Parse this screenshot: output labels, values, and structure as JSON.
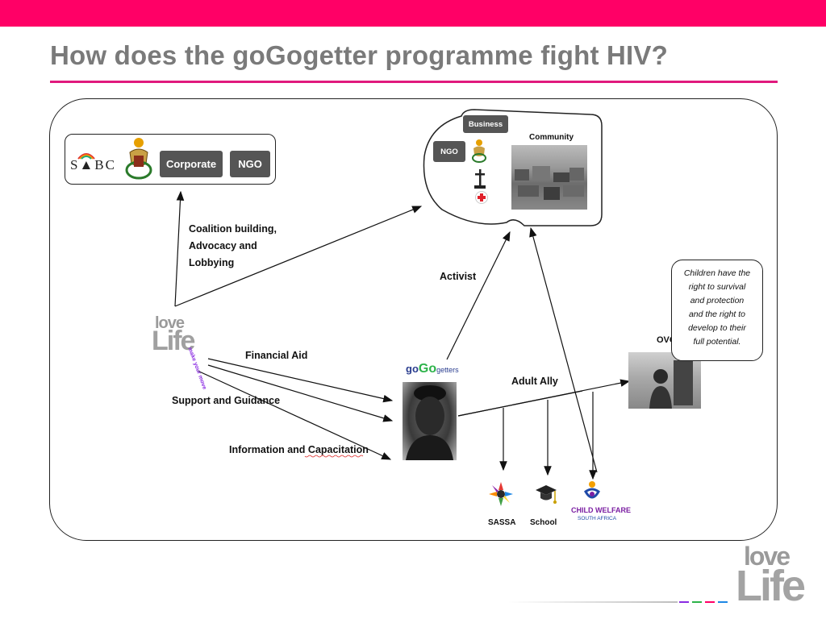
{
  "header": {
    "title": "How does the goGogetter programme fight HIV?"
  },
  "partners_box": {
    "sabc_label": "S▲BC",
    "corporate_label": "Corporate",
    "ngo_label": "NGO"
  },
  "community_box": {
    "business_label": "Business",
    "ngo_label": "NGO",
    "community_label": "Community"
  },
  "labels": {
    "coalition": "Coalition building,\nAdvocacy and\nLobbying",
    "activist": "Activist",
    "financial_aid": "Financial Aid",
    "support_guidance": "Support and Guidance",
    "information": "Information and Capacitation",
    "adult_ally": "Adult Ally",
    "ovc": "OVC"
  },
  "callout": {
    "text": "Children have the\nright to survival\nand protection\nand the right to\ndevelop to their\nfull potential."
  },
  "gogetters_logo": {
    "text_go": "go",
    "text_big_go": "Go",
    "text_getters": "getters"
  },
  "lovelife_logo": {
    "line1": "love",
    "line2": "Life",
    "tagline": "make your move"
  },
  "services": {
    "sassa": "SASSA",
    "school": "School",
    "child_welfare": "CHILD WELFARE",
    "child_welfare_sub": "SOUTH AFRICA"
  },
  "footer_logo": {
    "line1": "love",
    "line2": "Life"
  },
  "colors": {
    "brand_pink": "#ff0066",
    "title_gray": "#7a7a7a",
    "logo_purple": "#8a2be2",
    "tag_gray": "#555555"
  }
}
